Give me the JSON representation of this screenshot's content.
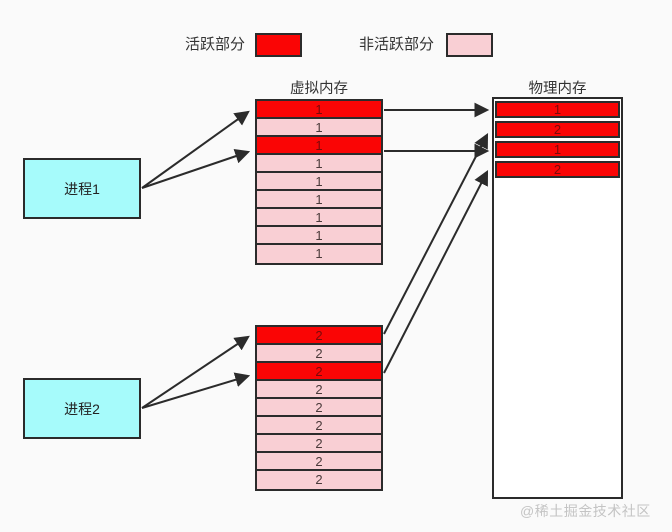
{
  "legend": {
    "items": [
      {
        "label": "活跃部分",
        "state": "active"
      },
      {
        "label": "非活跃部分",
        "state": "inactive"
      }
    ]
  },
  "headers": {
    "virtual_memory": "虚拟内存",
    "physical_memory": "物理内存"
  },
  "process1": {
    "label": "进程1"
  },
  "process2": {
    "label": "进程2"
  },
  "vm1": {
    "rows": [
      {
        "label": "1",
        "state": "active"
      },
      {
        "label": "1",
        "state": "inactive"
      },
      {
        "label": "1",
        "state": "active"
      },
      {
        "label": "1",
        "state": "inactive"
      },
      {
        "label": "1",
        "state": "inactive"
      },
      {
        "label": "1",
        "state": "inactive"
      },
      {
        "label": "1",
        "state": "inactive"
      },
      {
        "label": "1",
        "state": "inactive"
      },
      {
        "label": "1",
        "state": "inactive"
      }
    ]
  },
  "vm2": {
    "rows": [
      {
        "label": "2",
        "state": "active"
      },
      {
        "label": "2",
        "state": "inactive"
      },
      {
        "label": "2",
        "state": "active"
      },
      {
        "label": "2",
        "state": "inactive"
      },
      {
        "label": "2",
        "state": "inactive"
      },
      {
        "label": "2",
        "state": "inactive"
      },
      {
        "label": "2",
        "state": "inactive"
      },
      {
        "label": "2",
        "state": "inactive"
      },
      {
        "label": "2",
        "state": "inactive"
      }
    ]
  },
  "pm": {
    "rows": [
      {
        "label": "1",
        "state": "active"
      },
      {
        "label": "2",
        "state": "active"
      },
      {
        "label": "1",
        "state": "active"
      },
      {
        "label": "2",
        "state": "active"
      }
    ]
  },
  "watermark": "@稀土掘金技术社区",
  "colors": {
    "active": "#FA0505",
    "inactive": "#F9CFD4",
    "process": "#A6FBFB",
    "border": "#2B2B2B",
    "background": "#FAFAFA",
    "watermark": "#C4C4C4"
  }
}
